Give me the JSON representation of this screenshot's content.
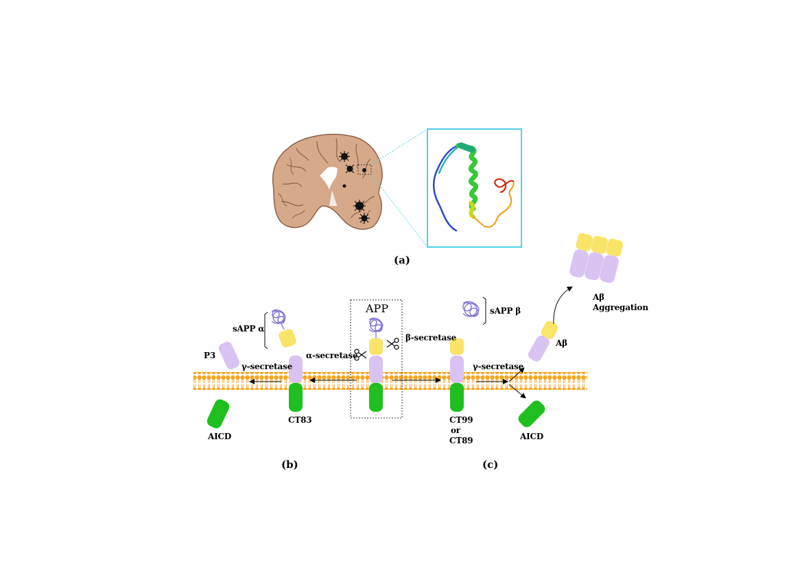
{
  "panels": {
    "a": "(a)",
    "b": "(b)",
    "c": "(c)"
  },
  "labels": {
    "app": "APP",
    "sapp_alpha": "sAPP α",
    "sapp_beta": "sAPP β",
    "p3": "P3",
    "gamma_left": "γ-secretase",
    "gamma_right": "γ-secretase",
    "alpha_secretase": "α-secretase",
    "beta_secretase": "β-secretase",
    "ct83": "CT83",
    "ct99_line1": "CT99",
    "ct99_line2": "or",
    "ct99_line3": "CT89",
    "aicd_left": "AICD",
    "aicd_right": "AICD",
    "abeta": "Aβ",
    "abeta_agg_line1": "Aβ",
    "abeta_agg_line2": "Aggregation"
  },
  "colors": {
    "membrane": "#f5a623",
    "green": "#1fbf1f",
    "lilac": "#d9c3f2",
    "yellow": "#f9e46a",
    "brain": "#d6a98a",
    "inset_border": "#4fd1e8"
  },
  "icons": [
    "scissors-icon",
    "plaque-icon",
    "protein-coil-icon",
    "arrow-icon"
  ]
}
